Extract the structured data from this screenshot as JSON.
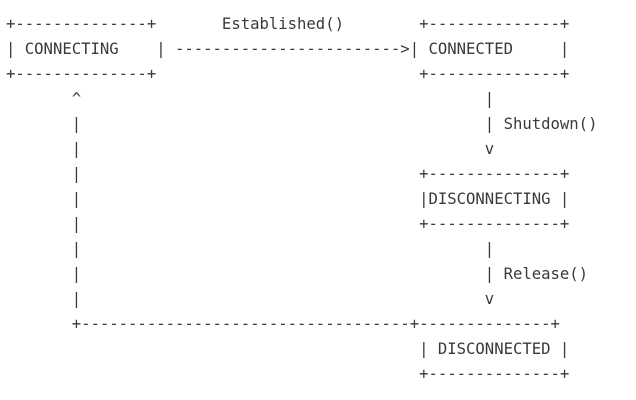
{
  "diagram": {
    "lines": [
      "+--------------+       Established()        +--------------+",
      "| CONNECTING    | ------------------------>| CONNECTED     |",
      "+--------------+                            +--------------+",
      "       ^                                           |",
      "       |                                           | Shutdown()",
      "       |                                           v",
      "       |                                    +--------------+",
      "       |                                    |DISCONNECTING |",
      "       |                                    +--------------+",
      "       |                                           |",
      "       |                                           | Release()",
      "       |                                           v",
      "       +-----------------------------------+--------------+",
      "                                            | DISCONNECTED |",
      "                                            +--------------+"
    ]
  }
}
